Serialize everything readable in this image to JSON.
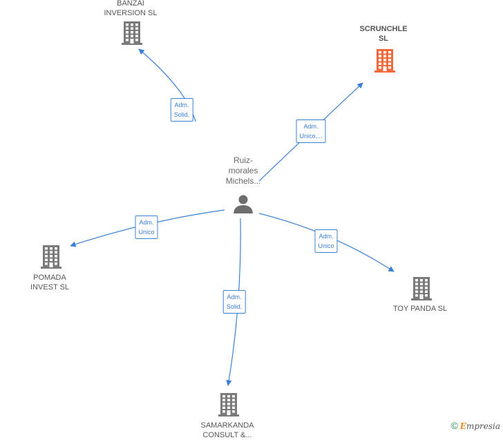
{
  "center": {
    "name": "Ruiz-\nmorales\nMichels..."
  },
  "nodes": [
    {
      "id": "banzai",
      "label": "BANZAI\nINVERSION  SL",
      "highlight": false
    },
    {
      "id": "scrunchle",
      "label": "SCRUNCHLE\nSL",
      "highlight": true
    },
    {
      "id": "pomada",
      "label": "POMADA\nINVEST  SL",
      "highlight": false
    },
    {
      "id": "toypanda",
      "label": "TOY PANDA  SL",
      "highlight": false
    },
    {
      "id": "samarkanda",
      "label": "SAMARKANDA\nCONSULT &...",
      "highlight": false
    }
  ],
  "edges": [
    {
      "to": "banzai",
      "label": "Adm.\nSolid."
    },
    {
      "to": "scrunchle",
      "label": "Adm.\nUnico,..."
    },
    {
      "to": "pomada",
      "label": "Adm.\nUnico"
    },
    {
      "to": "toypanda",
      "label": "Adm.\nUnico"
    },
    {
      "to": "samarkanda",
      "label": "Adm.\nSolid."
    }
  ],
  "colors": {
    "edge": "#3a7fd5",
    "building": "#7a7a7a",
    "highlight": "#f26a3a",
    "person": "#6d6d6d"
  },
  "icons": {
    "company": "building-icon",
    "person": "person-icon"
  },
  "logo": {
    "symbol": "©",
    "brand_initial": "E",
    "brand_rest": "mpresia"
  }
}
